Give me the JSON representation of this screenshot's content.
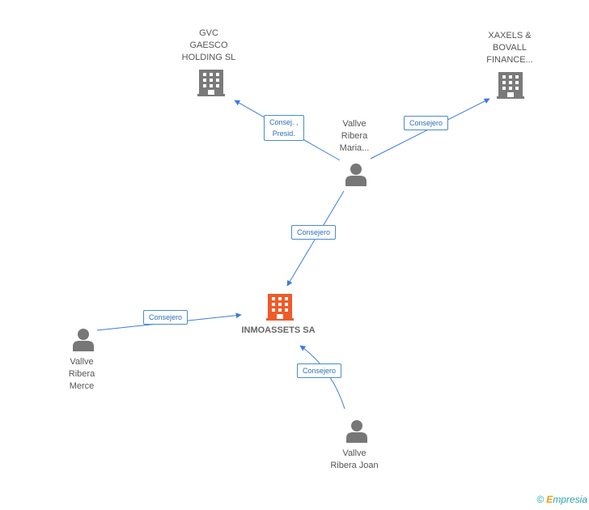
{
  "nodes": {
    "center": {
      "label": "INMOASSETS SA",
      "color": "#f05a28"
    },
    "gvc": {
      "label": "GVC\nGAESCO\nHOLDING SL",
      "color": "#7a7a7a"
    },
    "xaxels": {
      "label": "XAXELS &\nBOVALL\nFINANCE...",
      "color": "#7a7a7a"
    },
    "maria": {
      "label": "Vallve\nRibera\nMaria..."
    },
    "merce": {
      "label": "Vallve\nRibera\nMerce"
    },
    "joan": {
      "label": "Vallve\nRibera Joan"
    }
  },
  "edges": {
    "maria_gvc": "Consej. ,\nPresid.",
    "maria_xaxels": "Consejero",
    "maria_center": "Consejero",
    "merce_center": "Consejero",
    "joan_center": "Consejero"
  },
  "colors": {
    "edge": "#3b7dd8",
    "person": "#777777"
  },
  "credit": {
    "symbol": "©",
    "brand_initial": "E",
    "brand_rest": "mpresia"
  }
}
